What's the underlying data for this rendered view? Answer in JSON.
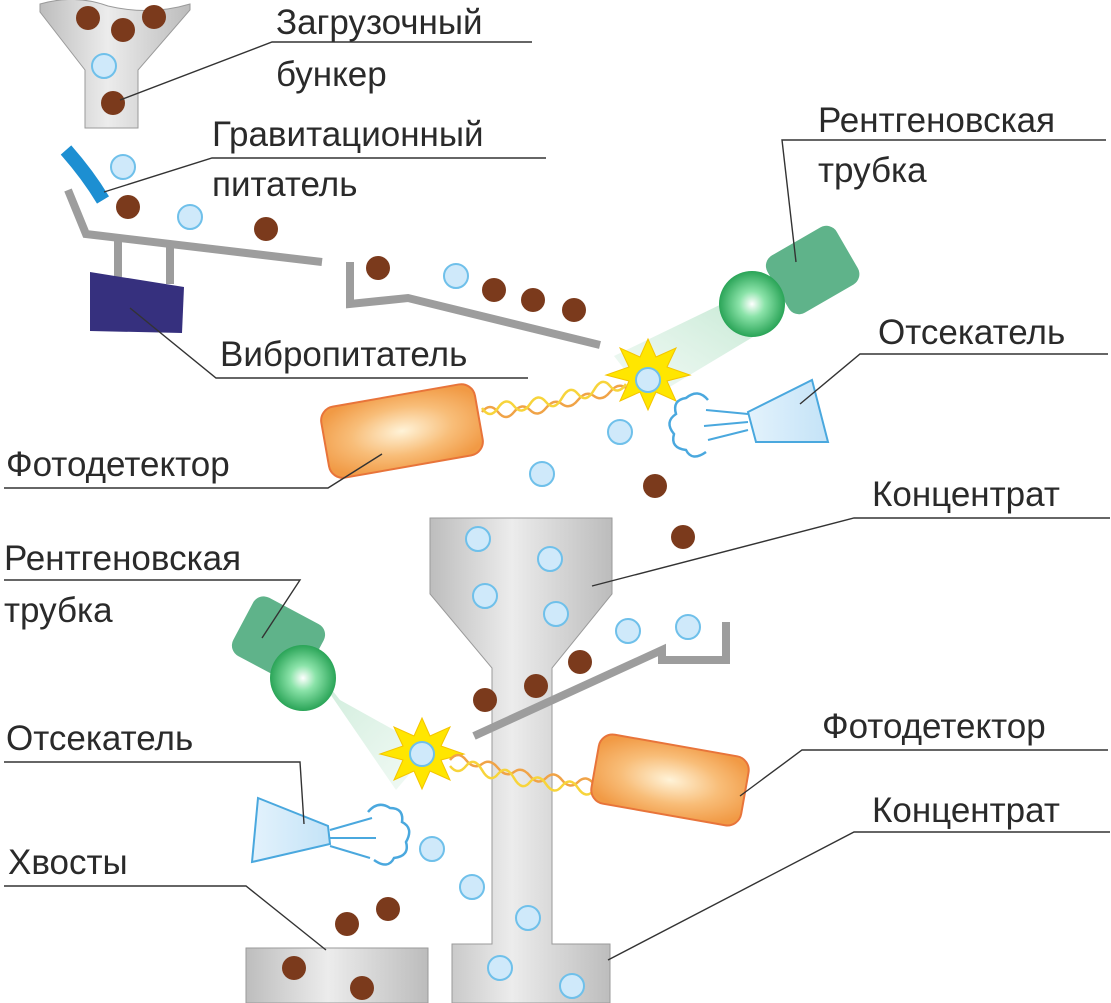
{
  "labels": {
    "hopper": [
      "Загрузочный",
      "бункер"
    ],
    "gravity_feeder": [
      "Гравитационный",
      "питатель"
    ],
    "vibro_feeder": "Вибропитатель",
    "xray_tube_top": [
      "Рентгеновская",
      "трубка"
    ],
    "ejector_top": "Отсекатель",
    "photodetector_top": "Фотодетектор",
    "concentrate_top": "Концентрат",
    "xray_tube_bottom": [
      "Рентгеновская",
      "трубка"
    ],
    "ejector_bottom": "Отсекатель",
    "photodetector_bottom": "Фотодетектор",
    "concentrate_bottom": "Концентрат",
    "tails": "Хвосты"
  },
  "colors": {
    "ore_particle": "#7b3a1c",
    "waste_particle": "#cfe9fa",
    "feeder_blue": "#1d8fd2",
    "vibro_feeder": "#36307e",
    "xray_tube": "#5fb38a",
    "photodetector": "#f3a35a",
    "flash": "#ffe600",
    "bin_grey": "#c9c9c9"
  }
}
